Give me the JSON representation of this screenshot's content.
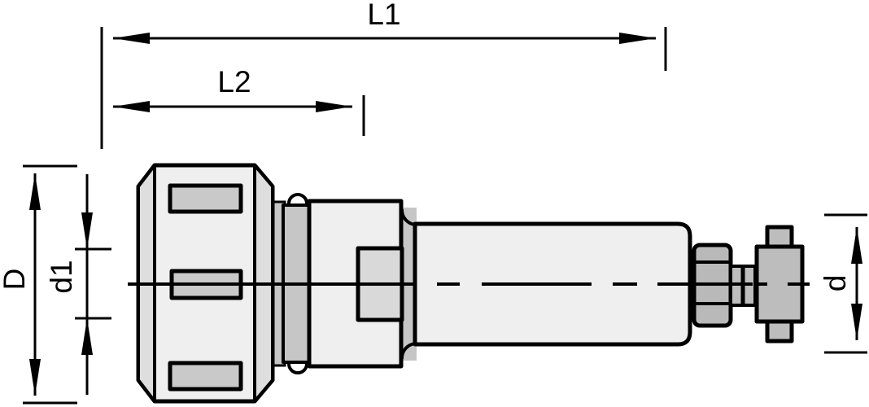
{
  "dimensions": {
    "L1": {
      "label": "L1"
    },
    "L2": {
      "label": "L2"
    },
    "D": {
      "label": "D"
    },
    "d1": {
      "label": "d1"
    },
    "d": {
      "label": "d"
    }
  },
  "colors": {
    "background": "#ffffff",
    "line": "#000000",
    "body_light": "#efefef",
    "body_medium": "#dedede",
    "slot_gray": "#c9c9c9",
    "groove_gray": "#c6c6c6",
    "screw_gray": "#d9d9d9",
    "nut_gray": "#b9b9b9",
    "cutter_gray": "#bdbdbd"
  }
}
